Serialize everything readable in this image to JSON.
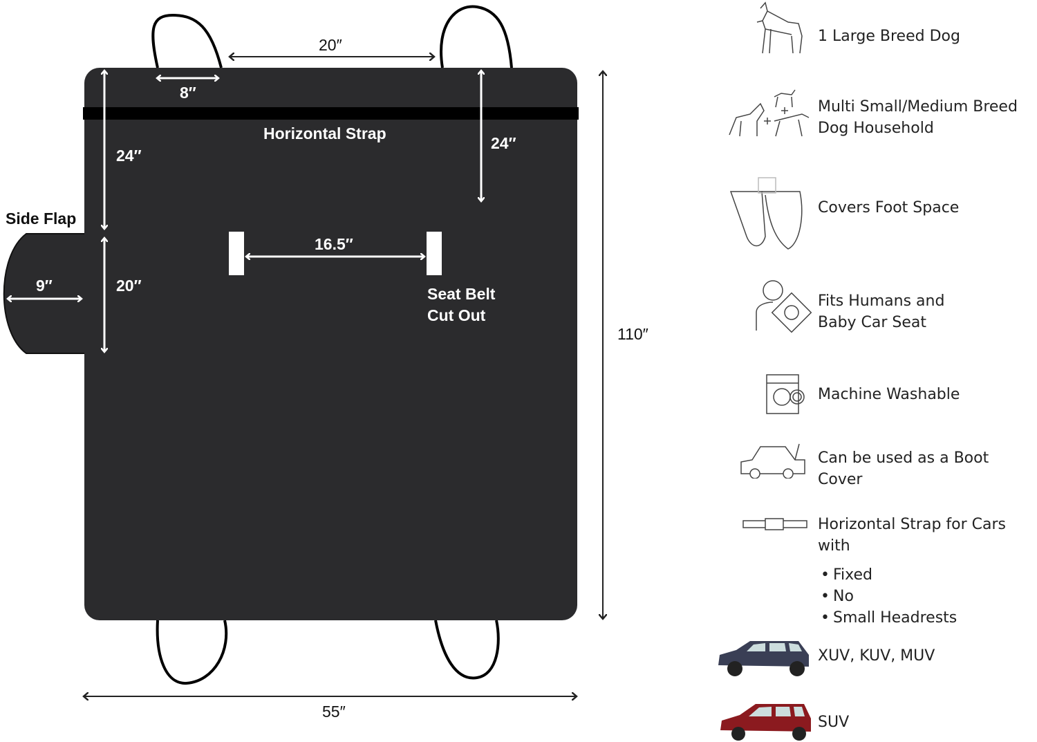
{
  "diagram": {
    "dims": {
      "top_gap": "20″",
      "handle_width": "8″",
      "left_upper": "24″",
      "right_upper": "24″",
      "left_lower": "20″",
      "flap_width": "9″",
      "belt_gap": "16.5″",
      "height": "110″",
      "width": "55″"
    },
    "labels": {
      "horizontal_strap": "Horizontal Strap",
      "side_flap": "Side Flap",
      "seat_belt_line1": "Seat Belt",
      "seat_belt_line2": "Cut Out"
    },
    "colors": {
      "mat": "#2b2b2d",
      "strap": "#000000",
      "arrow": "#ffffff"
    }
  },
  "features": [
    {
      "icon": "large-dog-icon",
      "text": "1 Large Breed Dog"
    },
    {
      "icon": "multi-dog-icon",
      "line1": "Multi Small/Medium Breed",
      "line2": "Dog Household"
    },
    {
      "icon": "foot-space-icon",
      "text": "Covers Foot Space"
    },
    {
      "icon": "human-baby-seat-icon",
      "line1": "Fits Humans and",
      "line2": "Baby Car Seat"
    },
    {
      "icon": "washing-machine-icon",
      "text": "Machine Washable"
    },
    {
      "icon": "car-boot-icon",
      "text": "Can be used as a Boot Cover"
    },
    {
      "icon": "strap-icon",
      "text": "Horizontal Strap for Cars with",
      "bullets": [
        "Fixed",
        "No",
        "Small Headrests"
      ]
    },
    {
      "icon": "xuv-car-icon",
      "text": "XUV, KUV, MUV",
      "color": "#3a3f55"
    },
    {
      "icon": "suv-car-icon",
      "text": "SUV",
      "color": "#8b1a1f"
    }
  ]
}
